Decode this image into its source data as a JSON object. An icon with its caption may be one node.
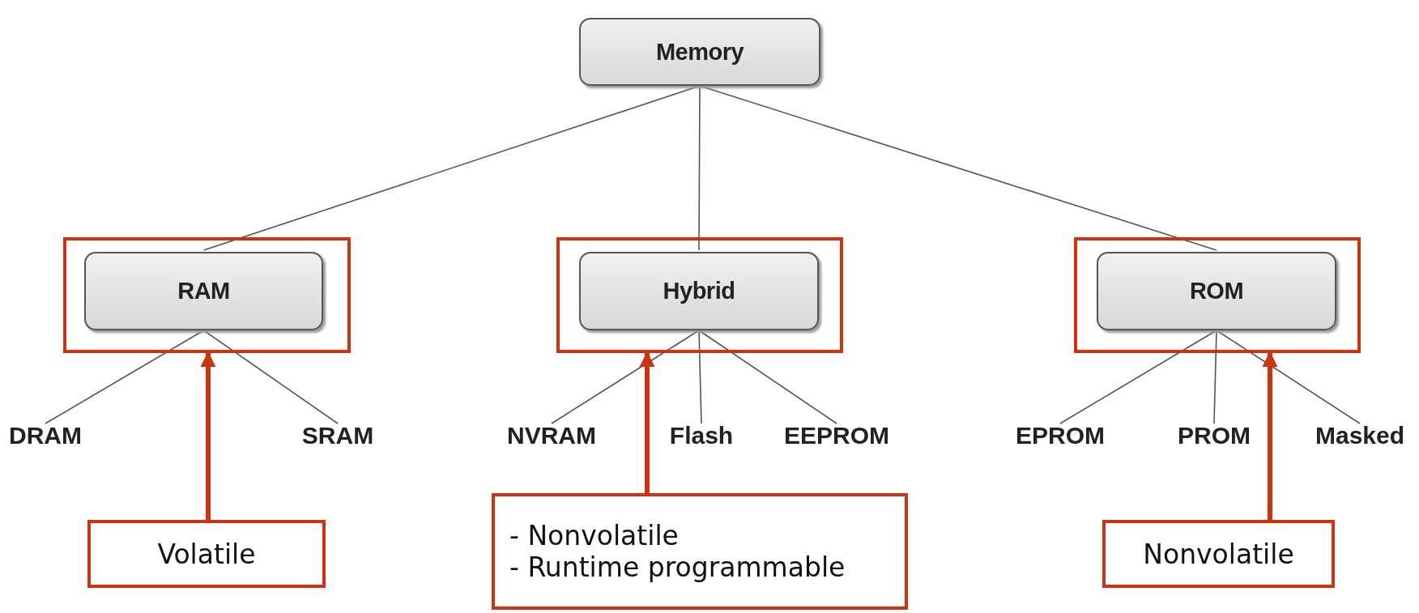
{
  "diagram": {
    "nodes": [
      {
        "text": [
          "Memory"
        ]
      },
      {
        "text": [],
        "shape": "box"
      },
      {
        "text": [
          "RAM"
        ],
        "in": 1
      },
      {
        "text": [],
        "shape": "box"
      },
      {
        "text": [
          "Hybrid"
        ],
        "in": 3
      },
      {
        "text": [],
        "shape": "box"
      },
      {
        "text": [
          "ROM"
        ],
        "in": 5
      },
      {
        "text": [
          "DRAM"
        ]
      },
      {
        "text": [
          "SRAM"
        ]
      },
      {
        "text": [
          "NVRAM"
        ]
      },
      {
        "text": [
          "Flash"
        ]
      },
      {
        "text": [
          "EEPROM"
        ]
      },
      {
        "text": [
          "EPROM"
        ]
      },
      {
        "text": [
          "PROM"
        ]
      },
      {
        "text": [
          "Masked"
        ]
      },
      {
        "text": [
          "Volatile"
        ]
      },
      {
        "text": [
          "- Nonvolatile",
          "- Runtime programmable"
        ]
      },
      {
        "text": [
          "Nonvolatile"
        ]
      }
    ],
    "edges": [
      {
        "from": 0,
        "to": 2,
        "arrow": "none"
      },
      {
        "from": 0,
        "to": 4,
        "arrow": "none"
      },
      {
        "from": 0,
        "to": 6,
        "arrow": "none"
      },
      {
        "from": 2,
        "to": 7,
        "arrow": "none"
      },
      {
        "from": 2,
        "to": 8,
        "arrow": "none"
      },
      {
        "from": 4,
        "to": 9,
        "arrow": "none"
      },
      {
        "from": 4,
        "to": 10,
        "arrow": "none"
      },
      {
        "from": 4,
        "to": 11,
        "arrow": "none"
      },
      {
        "from": 6,
        "to": 12,
        "arrow": "none"
      },
      {
        "from": 6,
        "to": 13,
        "arrow": "none"
      },
      {
        "from": 6,
        "to": 14,
        "arrow": "none"
      },
      {
        "from": 15,
        "to": 1,
        "arrow": "to",
        "style": "thick",
        "color": "#cc3311"
      },
      {
        "from": 16,
        "to": 3,
        "arrow": "to",
        "style": "thick",
        "color": "#cc3311"
      },
      {
        "from": 17,
        "to": 5,
        "arrow": "to",
        "style": "thick",
        "color": "#cc3311"
      }
    ]
  }
}
